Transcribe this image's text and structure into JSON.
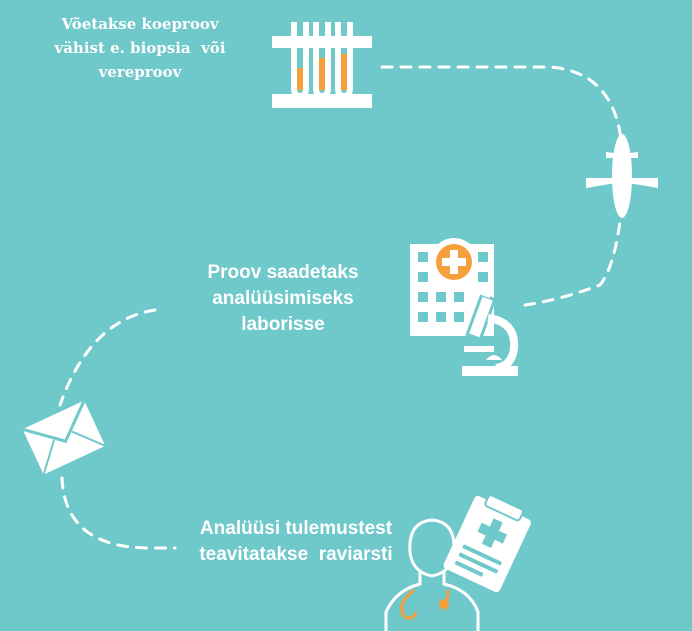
{
  "steps": [
    {
      "lines": [
        "Võetakse koeproov",
        "vähist e. biopsia  või",
        "vereproov"
      ]
    },
    {
      "lines": [
        "Proov saadetaks",
        "analüüsimiseks",
        "laborisse"
      ]
    },
    {
      "lines": [
        "Analüüsi tulemustest",
        "teavitatakse  raviarsti"
      ]
    }
  ],
  "icons": [
    "test-tubes-icon",
    "airplane-icon",
    "hospital-icon",
    "microscope-icon",
    "envelope-icon",
    "doctor-icon",
    "clipboard-icon"
  ],
  "colors": {
    "background": "#6fc8c9",
    "foreground": "#ffffff",
    "accent": "#f6a03b"
  }
}
